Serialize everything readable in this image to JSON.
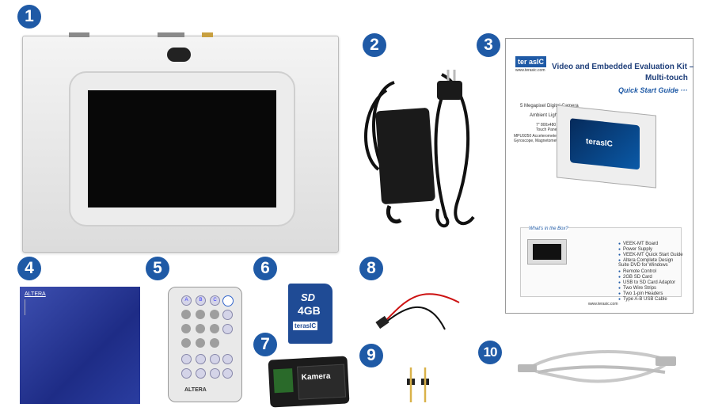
{
  "badges": [
    "1",
    "2",
    "3",
    "4",
    "5",
    "6",
    "7",
    "8",
    "9",
    "10"
  ],
  "qsg": {
    "logo": "ter asIC",
    "url": "www.terasic.com",
    "title_line1": "Video and Embedded Evaluation Kit –",
    "title_line2": "Multi-touch",
    "subtitle": "Quick Start Guide ···",
    "callouts": [
      "5 Megapixel Digital Camera",
      "Ambient Light Sensor",
      "7\" 800x480 LCD Touch Panel",
      "MPU9250 Accelerometer Gyroscope, Magnetometer Sensor"
    ],
    "box_heading": "What's in the Box?",
    "box_items": [
      "VEEK-MT Board",
      "Power Supply",
      "VEEK-MT Quick Start Guide",
      "Altera Complete Design Suite DVD for Windows",
      "Remote Control",
      "2GB SD Card",
      "USB to SD Card Adaptor",
      "Two Wire Strips",
      "Two 1-pin Headers",
      "Type A-B USB Cable"
    ],
    "footer_url": "www.terasic.com",
    "screen_logo": "terasIC"
  },
  "sd": {
    "label": "SD",
    "capacity": "4GB",
    "brand": "terasIC"
  },
  "reader": {
    "brand": "Kamera"
  },
  "remote": {
    "top_keys": [
      "A",
      "B",
      "C"
    ],
    "brand": "ALTERA"
  },
  "cd": {
    "brand": "ALTERA"
  },
  "colors": {
    "badge": "#1f5aa6",
    "lcd": "#080808",
    "cd": "#2a3da0"
  }
}
